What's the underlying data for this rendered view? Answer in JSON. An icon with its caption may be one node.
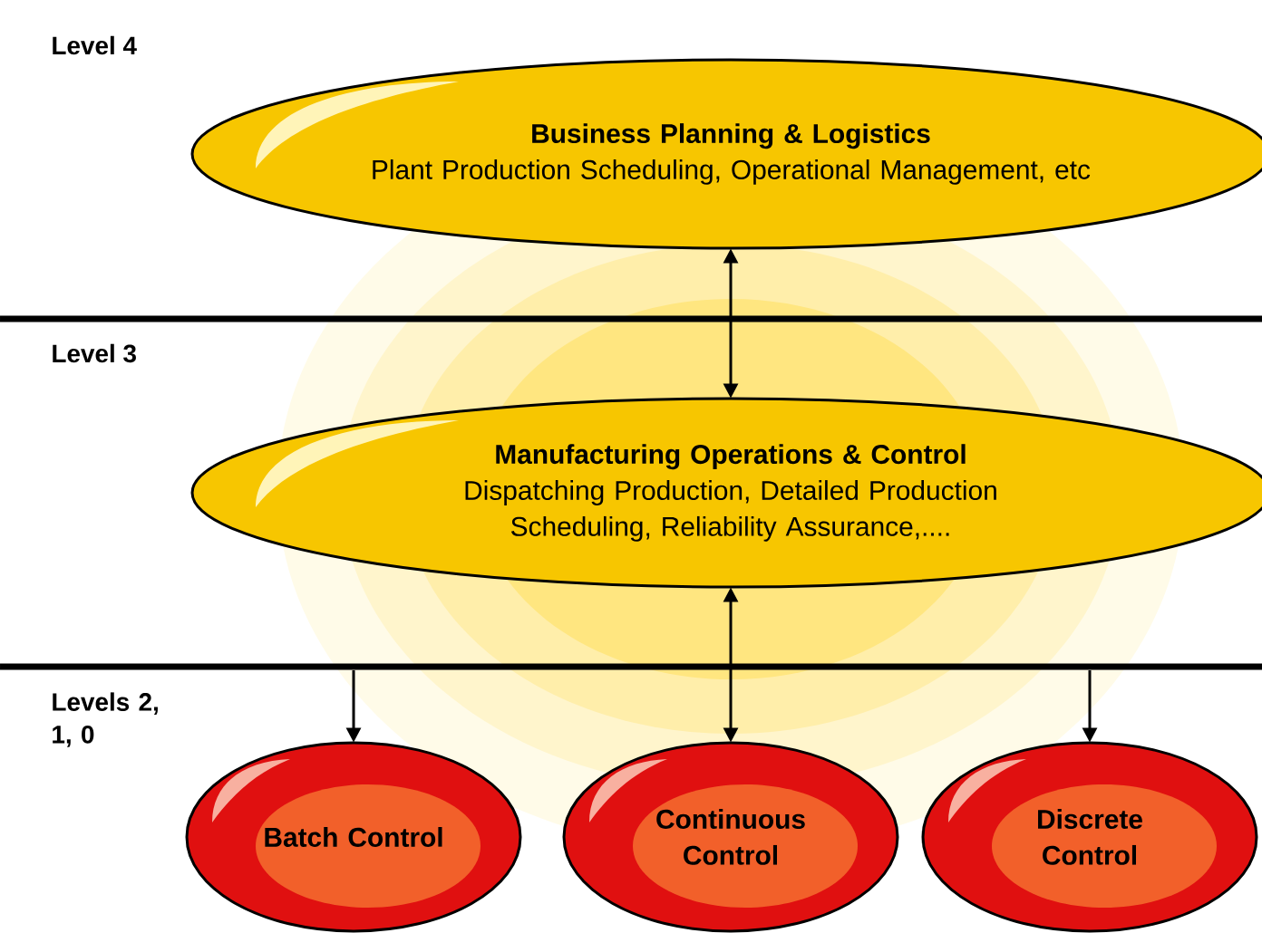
{
  "diagram": {
    "nodes": [
      {
        "text": [
          "Business Planning & Logistics",
          "Plant Production Scheduling, Operational Management, etc"
        ]
      },
      {
        "text": [
          "Manufacturing Operations & Control",
          "Dispatching Production, Detailed Production Scheduling, Reliability Assurance,...."
        ]
      },
      {
        "text": [
          "Batch Control"
        ]
      },
      {
        "text": [
          "Continuous Control"
        ]
      },
      {
        "text": [
          "Discrete Control"
        ]
      }
    ],
    "edges": [
      {
        "from": 0,
        "to": 1,
        "arrow": "both"
      },
      {
        "from": null,
        "to": 2,
        "arrow": "to"
      },
      {
        "from": 1,
        "to": 3,
        "arrow": "both"
      },
      {
        "from": null,
        "to": 4,
        "arrow": "to"
      }
    ],
    "labels": [
      "Level 4",
      "Level 3",
      "Levels 2, 1, 0"
    ]
  }
}
